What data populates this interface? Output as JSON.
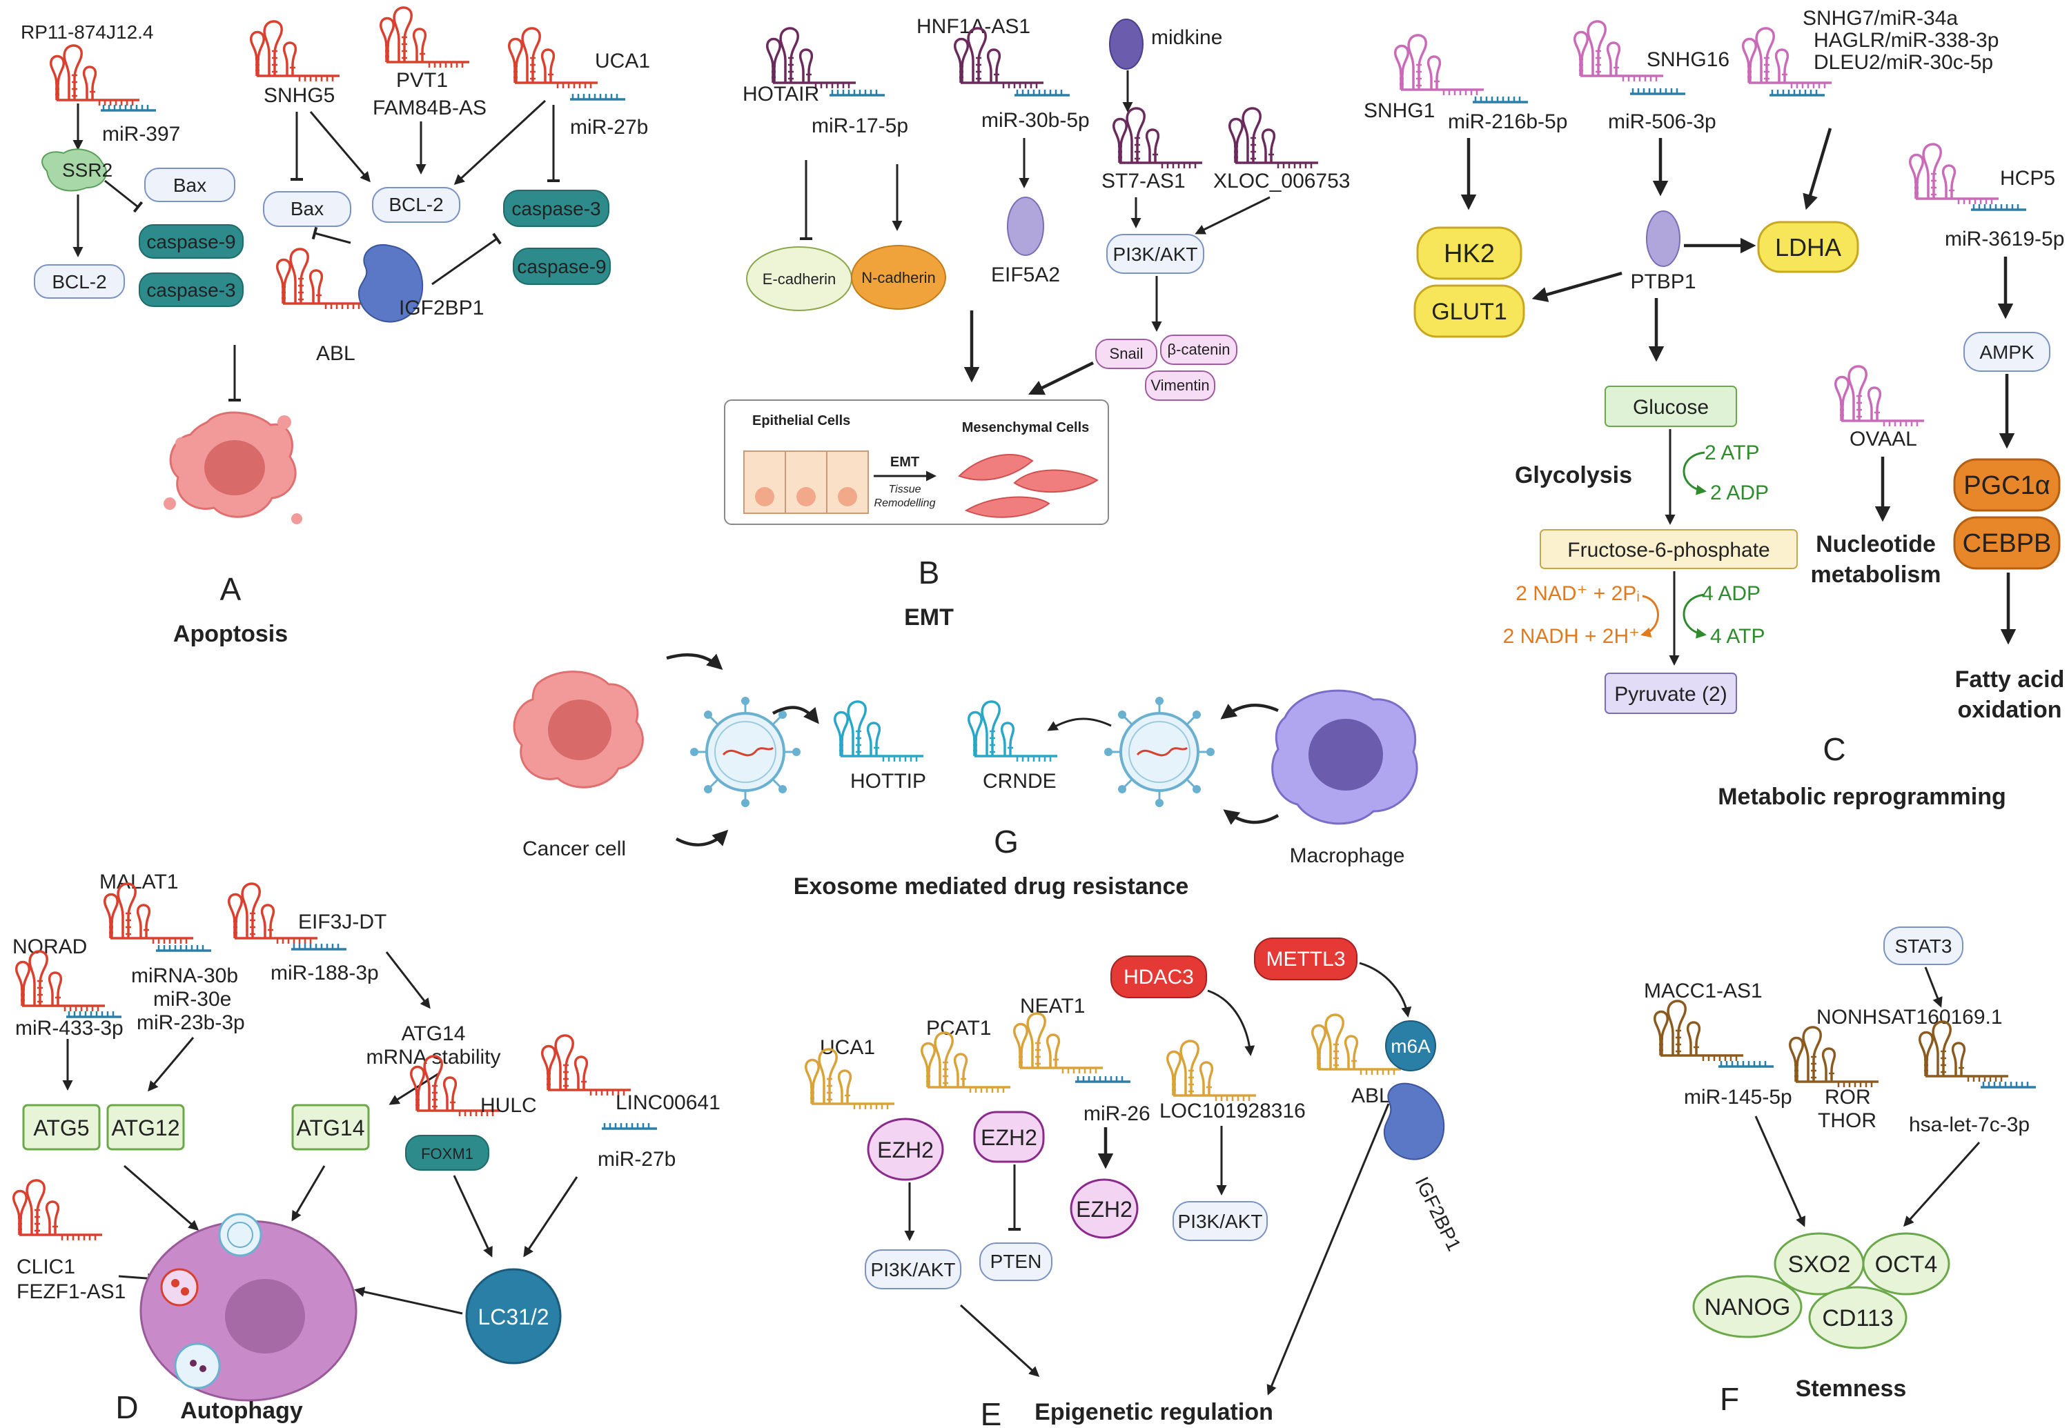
{
  "icons": {
    "rna_hairpin": "rna-hairpin-icon",
    "mirna": "mirna-icon",
    "protein_blob": "protein-blob-icon",
    "cell": "cell-icon",
    "exosome": "exosome-icon",
    "autophagy_cell": "autophagy-cell-icon"
  },
  "colors": {
    "red_rna": "#d9402e",
    "purple_rna": "#6b2a5c",
    "pink_rna": "#c96bb8",
    "teal_rna": "#2aa6c9",
    "gold_rna": "#d9a33a",
    "brown_rna": "#8a5a1e",
    "mirna": "#2a7fa6",
    "teal_node": "#2e8b8b",
    "yellow_node": "#f7e65a",
    "orange_node": "#e8862a",
    "green_node": "#e8f4d8",
    "red_node": "#e53935",
    "dark_blue": "#2a7fa6"
  },
  "panelA": {
    "letter": "A",
    "title": "Apoptosis",
    "rp11": "RP11-874J12.4",
    "mir397": "miR-397",
    "ssr2": "SSR2",
    "bax1": "Bax",
    "casp9a": "caspase-9",
    "bcl2a": "BCL-2",
    "casp3a": "caspase-3",
    "snhg5": "SNHG5",
    "pvt1": "PVT1",
    "fam84b": "FAM84B-AS",
    "uca1": "UCA1",
    "mir27b": "miR-27b",
    "bax2": "Bax",
    "bcl2b": "BCL-2",
    "casp3b": "caspase-3",
    "casp9b": "caspase-9",
    "igf2bp1": "IGF2BP1",
    "abl": "ABL"
  },
  "panelB": {
    "letter": "B",
    "title": "EMT",
    "hotair": "HOTAIR",
    "mir17": "miR-17-5p",
    "hnf1a": "HNF1A-AS1",
    "mir30b": "miR-30b-5p",
    "midkine": "midkine",
    "st7": "ST7-AS1",
    "xloc": "XLOC_006753",
    "pi3k": "PI3K/AKT",
    "ecad": "E-cadherin",
    "ncad": "N-cadherin",
    "eif5a2": "EIF5A2",
    "snail": "Snail",
    "bcat": "β-catenin",
    "vim": "Vimentin",
    "epi": "Epithelial Cells",
    "mes": "Mesenchymal Cells",
    "emt": "EMT",
    "tissue1": "Tissue",
    "tissue2": "Remodelling"
  },
  "panelC": {
    "letter": "C",
    "title": "Metabolic reprogramming",
    "snhg1": "SNHG1",
    "mir216": "miR-216b-5p",
    "snhg16": "SNHG16",
    "mir506": "miR-506-3p",
    "snhg7": "SNHG7/miR-34a",
    "haglr": "HAGLR/miR-338-3p",
    "dleu2": "DLEU2/miR-30c-5p",
    "hk2": "HK2",
    "glut1": "GLUT1",
    "ptbp1": "PTBP1",
    "ldha": "LDHA",
    "hcp5": "HCP5",
    "mir3619": "miR-3619-5p",
    "ampk": "AMPK",
    "glucose": "Glucose",
    "glycolysis": "Glycolysis",
    "atp2": "2 ATP",
    "adp2": "2 ADP",
    "f6p": "Fructose-6-phosphate",
    "nad": "2 NAD⁺ + 2Pᵢ",
    "nadh": "2 NADH + 2H⁺",
    "adp4": "4 ADP",
    "atp4": "4 ATP",
    "pyruvate": "Pyruvate (2)",
    "ovaal": "OVAAL",
    "nuc1": "Nucleotide",
    "nuc2": "metabolism",
    "pgc1a": "PGC1α",
    "cebpb": "CEBPB",
    "fao1": "Fatty acid",
    "fao2": "oxidation"
  },
  "panelG": {
    "letter": "G",
    "title": "Exosome mediated drug resistance",
    "cancer": "Cancer cell",
    "macro": "Macrophage",
    "hottip": "HOTTIP",
    "crnde": "CRNDE"
  },
  "panelD": {
    "letter": "D",
    "title": "Autophagy",
    "malat1": "MALAT1",
    "norad": "NORAD",
    "eif3j": "EIF3J-DT",
    "mir188": "miR-188-3p",
    "mirna30b": "miRNA-30b",
    "mir30e": "miR-30e",
    "mir23b": "miR-23b-3p",
    "mir433": "miR-433-3p",
    "atg14stab1": "ATG14",
    "atg14stab2": "mRNA stability",
    "atg5": "ATG5",
    "atg12": "ATG12",
    "atg14": "ATG14",
    "hulc": "HULC",
    "linc641": "LINC00641",
    "mir27b": "miR-27b",
    "foxm1": "FOXM1",
    "clic1": "CLIC1",
    "fezf1": "FEZF1-AS1",
    "lc3": "LC31/2"
  },
  "panelE": {
    "letter": "E",
    "title": "Epigenetic regulation",
    "hdac3": "HDAC3",
    "mettl3": "METTL3",
    "neat1": "NEAT1",
    "uca1": "UCA1",
    "pcat1": "PCAT1",
    "mir26": "miR-26",
    "loc": "LOC101928316",
    "abl": "ABL",
    "m6a": "m6A",
    "igf2bp1": "IGF2BP1",
    "ezh2a": "EZH2",
    "ezh2b": "EZH2",
    "ezh2c": "EZH2",
    "pi3k1": "PI3K/AKT",
    "pten": "PTEN",
    "pi3k2": "PI3K/AKT"
  },
  "panelF": {
    "letter": "F",
    "title": "Stemness",
    "stat3": "STAT3",
    "macc1": "MACC1-AS1",
    "nonhsat": "NONHSAT160169.1",
    "mir145": "miR-145-5p",
    "ror": "ROR",
    "thor": "THOR",
    "hsalet": "hsa-let-7c-3p",
    "sox2": "SXO2",
    "oct4": "OCT4",
    "nanog": "NANOG",
    "cd113": "CD113"
  }
}
